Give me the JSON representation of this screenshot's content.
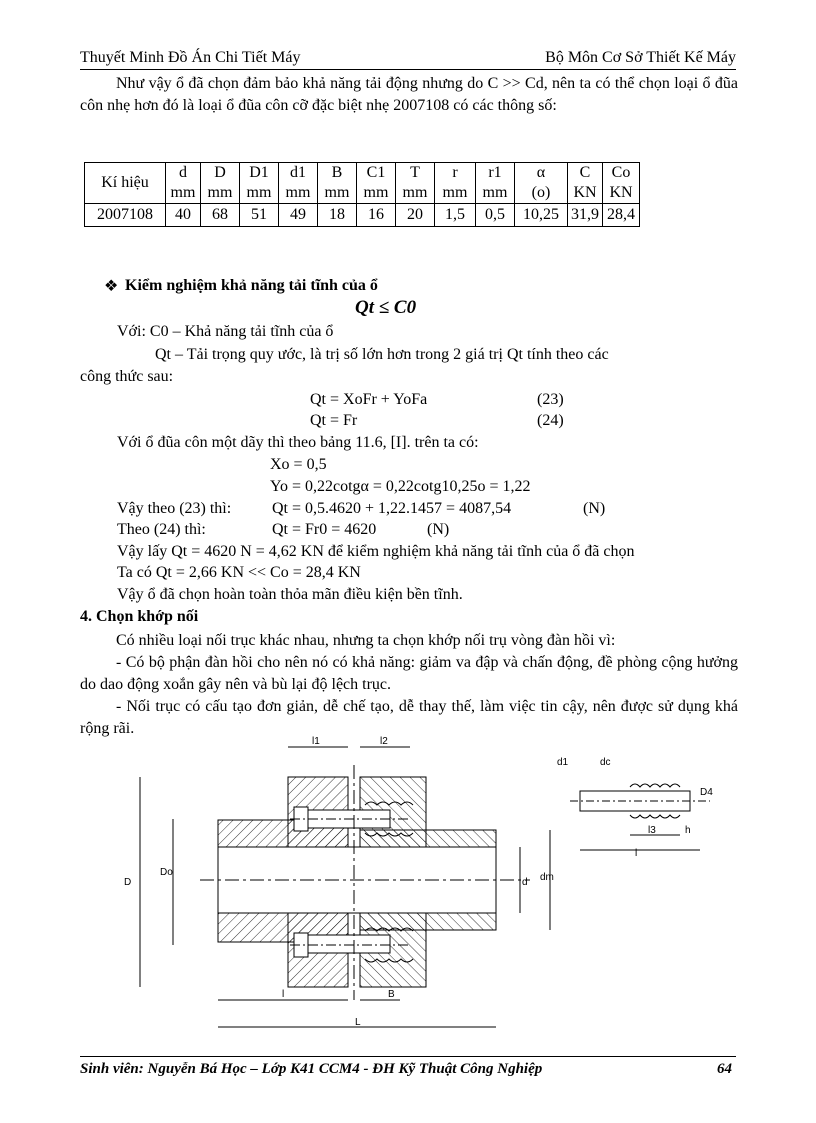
{
  "header": {
    "left": "Thuyết Minh Đồ Án Chi Tiết Máy",
    "right": "Bộ Môn Cơ Sở Thiết Kế Máy"
  },
  "intro": "Như vậy ổ đã chọn đảm bảo khả năng tải động nhưng do C >> Cd, nên ta có thể chọn loại ổ đũa côn nhẹ hơn đó là loại ổ đũa côn cỡ đặc biệt nhẹ 2007108  có các thông số:",
  "table": {
    "headers": [
      [
        "Kí hiệu",
        ""
      ],
      [
        "d",
        "mm"
      ],
      [
        "D",
        "mm"
      ],
      [
        "D1",
        "mm"
      ],
      [
        "d1",
        "mm"
      ],
      [
        "B",
        "mm"
      ],
      [
        "C1",
        "mm"
      ],
      [
        "T",
        "mm"
      ],
      [
        "r",
        "mm"
      ],
      [
        "r1",
        "mm"
      ],
      [
        "α",
        "(o)"
      ],
      [
        "C",
        "KN"
      ],
      [
        "Co",
        "KN"
      ]
    ],
    "row": [
      "2007108",
      "40",
      "68",
      "51",
      "49",
      "18",
      "16",
      "20",
      "1,5",
      "0,5",
      "10,25",
      "31,9",
      "28,4"
    ]
  },
  "section_title": "Kiểm nghiệm khả năng tải tĩnh của ổ",
  "formula": "Qt ≤ C0",
  "lines": {
    "l1": "Với:  C0 – Khả năng tải tĩnh của ổ",
    "l2": "Qt – Tải trọng quy ước, là trị số lớn hơn trong 2 giá trị Qt tính theo các",
    "l3": "công thức sau:",
    "f23": "Qt = XoFr + YoFa",
    "n23": "(23)",
    "f24": "Qt = Fr",
    "n24": "(24)",
    "l4": "Với ổ đũa côn một dãy thì theo bảng 11.6, [I].  trên ta có:",
    "xo": "Xo = 0,5",
    "yo": "Yo = 0,22cotgα = 0,22cotg10,25o = 1,22",
    "l5a": "Vậy theo (23) thì:",
    "l5b": "Qt = 0,5.4620 + 1,22.1457 = 4087,54",
    "l5c": "(N)",
    "l6a": "Theo (24) thì:",
    "l6b": "Qt = Fr0 = 4620",
    "l6c": "(N)",
    "l7": "Vậy lấy Qt = 4620 N = 4,62 KN để kiểm nghiệm khả năng tải tĩnh của ổ đã chọn",
    "l8": "Ta có Qt = 2,66 KN  << Co = 28,4 KN",
    "l9": "Vậy ổ đã chọn hoàn toàn thỏa mãn điều kiện bền tĩnh."
  },
  "section4": "4. Chọn khớp nối",
  "p4a": "Có nhiều loại nối trục khác nhau, nhưng ta chọn khớp nối trụ vòng đàn hồi vì:",
  "p4b": "- Có bộ phận đàn hồi cho nên nó có khả năng: giảm va đập và chấn động, đề phòng cộng hưởng do dao động xoắn gây nên và bù lại  độ lệch trục.",
  "p4c": "- Nối trục có cấu tạo đơn giản, dễ chế tạo, dễ thay thế, làm việc tin cậy, nên được sử dụng khá rộng rãi.",
  "drawing_labels": {
    "l1": "l1",
    "l2": "l2",
    "D": "D",
    "Do": "Do",
    "d": "d",
    "dm": "dm",
    "l": "l",
    "B": "B",
    "L": "L",
    "d1": "d1",
    "dc": "dc",
    "D4": "D4",
    "l3": "l3",
    "h": "h",
    "lsmall": "l"
  },
  "footer": {
    "text": "Sinh viên: Nguyễn Bá Học – Lớp K41 CCM4 - ĐH Kỹ Thuật Công Nghiệp",
    "page": "64"
  }
}
